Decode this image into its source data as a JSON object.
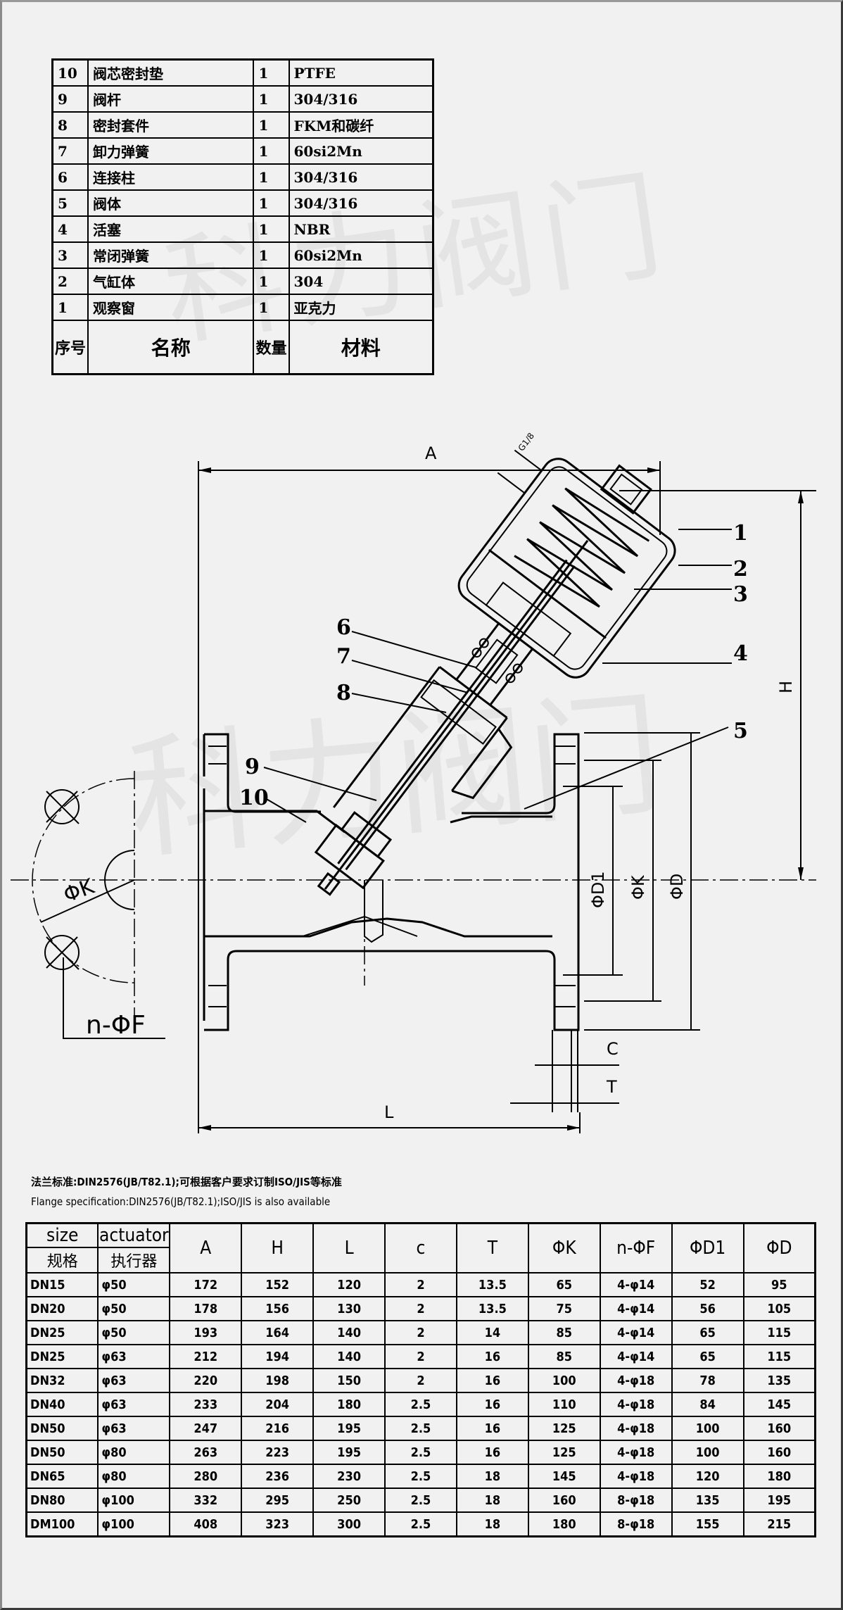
{
  "watermark": "科力阀门",
  "parts_table": {
    "rows": [
      {
        "no": "10",
        "name": "阀芯密封垫",
        "qty": "1",
        "material": "PTFE"
      },
      {
        "no": "9",
        "name": "阀杆",
        "qty": "1",
        "material": "304/316"
      },
      {
        "no": "8",
        "name": "密封套件",
        "qty": "1",
        "material": "FKM和碳纤"
      },
      {
        "no": "7",
        "name": "卸力弹簧",
        "qty": "1",
        "material": "60si2Mn"
      },
      {
        "no": "6",
        "name": "连接柱",
        "qty": "1",
        "material": "304/316"
      },
      {
        "no": "5",
        "name": "阀体",
        "qty": "1",
        "material": "304/316"
      },
      {
        "no": "4",
        "name": "活塞",
        "qty": "1",
        "material": "NBR"
      },
      {
        "no": "3",
        "name": "常闭弹簧",
        "qty": "1",
        "material": "60si2Mn"
      },
      {
        "no": "2",
        "name": "气缸体",
        "qty": "1",
        "material": "304"
      },
      {
        "no": "1",
        "name": "观察窗",
        "qty": "1",
        "material": "亚克力"
      }
    ],
    "header": {
      "no": "序号",
      "name": "名称",
      "qty": "数量",
      "material": "材料"
    }
  },
  "drawing": {
    "dims": {
      "A": "A",
      "H": "H",
      "L": "L",
      "C": "C",
      "T": "T",
      "D1": "ΦD1",
      "K": "ΦK",
      "D": "ΦD",
      "K_left": "ΦK",
      "nF": "n-ΦF",
      "port": "G1/8"
    },
    "callouts": [
      "1",
      "2",
      "3",
      "4",
      "5",
      "6",
      "7",
      "8",
      "9",
      "10"
    ]
  },
  "notes": {
    "cn": "法兰标准:DIN2576(JB/T82.1);可根据客户要求订制ISO/JIS等标准",
    "en": "Flange specification:DIN2576(JB/T82.1);ISO/JIS is also available"
  },
  "spec_table": {
    "header": {
      "size": "size",
      "size_cn": "规格",
      "actuator": "actuator",
      "actuator_cn": "执行器",
      "cols": [
        "A",
        "H",
        "L",
        "c",
        "T",
        "ΦK",
        "n-ΦF",
        "ΦD1",
        "ΦD"
      ]
    },
    "rows": [
      [
        "DN15",
        "φ50",
        "172",
        "152",
        "120",
        "2",
        "13.5",
        "65",
        "4-φ14",
        "52",
        "95"
      ],
      [
        "DN20",
        "φ50",
        "178",
        "156",
        "130",
        "2",
        "13.5",
        "75",
        "4-φ14",
        "56",
        "105"
      ],
      [
        "DN25",
        "φ50",
        "193",
        "164",
        "140",
        "2",
        "14",
        "85",
        "4-φ14",
        "65",
        "115"
      ],
      [
        "DN25",
        "φ63",
        "212",
        "194",
        "140",
        "2",
        "16",
        "85",
        "4-φ14",
        "65",
        "115"
      ],
      [
        "DN32",
        "φ63",
        "220",
        "198",
        "150",
        "2",
        "16",
        "100",
        "4-φ18",
        "78",
        "135"
      ],
      [
        "DN40",
        "φ63",
        "233",
        "204",
        "180",
        "2.5",
        "16",
        "110",
        "4-φ18",
        "84",
        "145"
      ],
      [
        "DN50",
        "φ63",
        "247",
        "216",
        "195",
        "2.5",
        "16",
        "125",
        "4-φ18",
        "100",
        "160"
      ],
      [
        "DN50",
        "φ80",
        "263",
        "223",
        "195",
        "2.5",
        "16",
        "125",
        "4-φ18",
        "100",
        "160"
      ],
      [
        "DN65",
        "φ80",
        "280",
        "236",
        "230",
        "2.5",
        "18",
        "145",
        "4-φ18",
        "120",
        "180"
      ],
      [
        "DN80",
        "φ100",
        "332",
        "295",
        "250",
        "2.5",
        "18",
        "160",
        "8-φ18",
        "135",
        "195"
      ],
      [
        "DM100",
        "φ100",
        "408",
        "323",
        "300",
        "2.5",
        "18",
        "180",
        "8-φ18",
        "155",
        "215"
      ]
    ]
  }
}
